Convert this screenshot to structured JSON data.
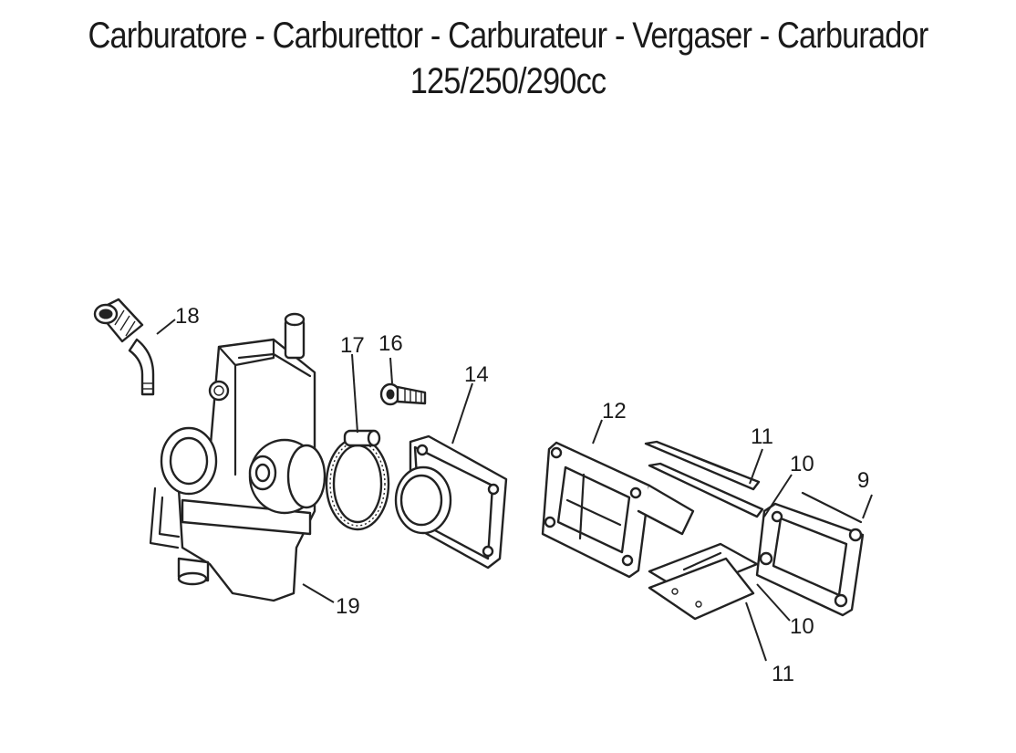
{
  "title": {
    "line1": "Carburatore - Carburettor - Carburateur - Vergaser - Carburador",
    "line2": "125/250/290cc"
  },
  "callouts": {
    "c18": "18",
    "c17": "17",
    "c16": "16",
    "c14": "14",
    "c12": "12",
    "c11_top": "11",
    "c10_top": "10",
    "c9": "9",
    "c19": "19",
    "c10_bottom": "10",
    "c11_bottom": "11"
  }
}
